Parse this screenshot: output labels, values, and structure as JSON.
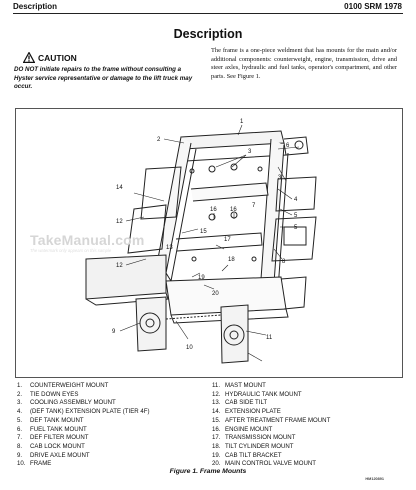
{
  "header": {
    "section": "Description",
    "doc_code": "0100 SRM 1978"
  },
  "page_title": "Description",
  "caution": {
    "label": "CAUTION",
    "text": "DO NOT initiate repairs to the frame without consulting a Hyster service representative or damage to the lift truck may occur."
  },
  "description": "The frame is a one-piece weldment that has mounts for the main and/or additional components: counterweight, engine, transmission, drive and steer axles, hydraulic and fuel tanks, operator's compartment, and other parts. See Figure 1.",
  "watermark": {
    "main": "TakeManual.com",
    "sub": "The watermark only appears on this sample"
  },
  "figure_id": "HM120891",
  "callouts": [
    "1",
    "2",
    "3",
    "3",
    "4",
    "5",
    "5",
    "6",
    "7",
    "8",
    "9",
    "10",
    "11",
    "12",
    "12",
    "13",
    "14",
    "15",
    "16",
    "16",
    "17",
    "18",
    "19",
    "20"
  ],
  "legend_left": [
    {
      "num": "1.",
      "text": "COUNTERWEIGHT MOUNT"
    },
    {
      "num": "2.",
      "text": "TIE DOWN EYES"
    },
    {
      "num": "3.",
      "text": "COOLING ASSEMBLY MOUNT"
    },
    {
      "num": "4.",
      "text": "(DEF TANK) EXTENSION PLATE (TIER 4F)"
    },
    {
      "num": "5.",
      "text": "DEF TANK MOUNT"
    },
    {
      "num": "6.",
      "text": "FUEL TANK MOUNT"
    },
    {
      "num": "7.",
      "text": "DEF FILTER MOUNT"
    },
    {
      "num": "8.",
      "text": "CAB LOCK MOUNT"
    },
    {
      "num": "9.",
      "text": "DRIVE AXLE MOUNT"
    },
    {
      "num": "10.",
      "text": "FRAME"
    }
  ],
  "legend_right": [
    {
      "num": "11.",
      "text": "MAST MOUNT"
    },
    {
      "num": "12.",
      "text": "HYDRAULIC TANK MOUNT"
    },
    {
      "num": "13.",
      "text": "CAB SIDE TILT"
    },
    {
      "num": "14.",
      "text": "EXTENSION PLATE"
    },
    {
      "num": "15.",
      "text": "AFTER TREATMENT FRAME MOUNT"
    },
    {
      "num": "16.",
      "text": "ENGINE MOUNT"
    },
    {
      "num": "17.",
      "text": "TRANSMISSION MOUNT"
    },
    {
      "num": "18.",
      "text": "TILT CYLINDER MOUNT"
    },
    {
      "num": "19.",
      "text": "CAB TILT BRACKET"
    },
    {
      "num": "20.",
      "text": "MAIN CONTROL VALVE MOUNT"
    }
  ],
  "caption": "Figure 1. Frame Mounts"
}
